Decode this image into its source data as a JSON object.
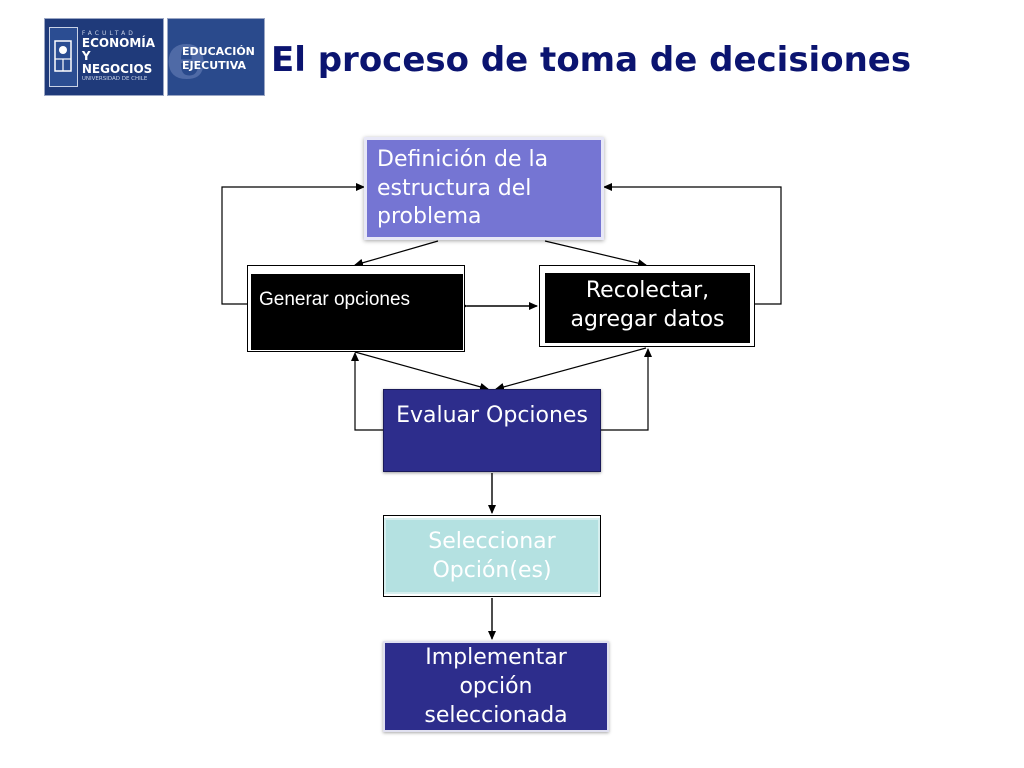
{
  "logo": {
    "left_top": "FACULTAD",
    "left_line1": "ECONOMÍA Y",
    "left_line2": "NEGOCIOS",
    "left_bottom": "UNIVERSIDAD DE CHILE",
    "right_line1": "EDUCACIÓN",
    "right_line2": "EJECUTIVA"
  },
  "title": "El proceso de toma de decisiones",
  "diagram": {
    "definicion": "Definición de la estructura del problema",
    "generar": "Generar opciones",
    "recolectar": "Recolectar, agregar datos",
    "evaluar": "Evaluar Opciones",
    "seleccionar": "Seleccionar Opción(es)",
    "implementar": "Implementar opción seleccionada"
  },
  "colors": {
    "title": "#0b1470",
    "definicion_fill": "#7575d3",
    "evaluar_fill": "#2d2d8c",
    "seleccionar_fill": "#b4e1e1",
    "implementar_fill": "#2d2d8c",
    "generar_fill": "#000000",
    "recolectar_fill": "#000000"
  }
}
